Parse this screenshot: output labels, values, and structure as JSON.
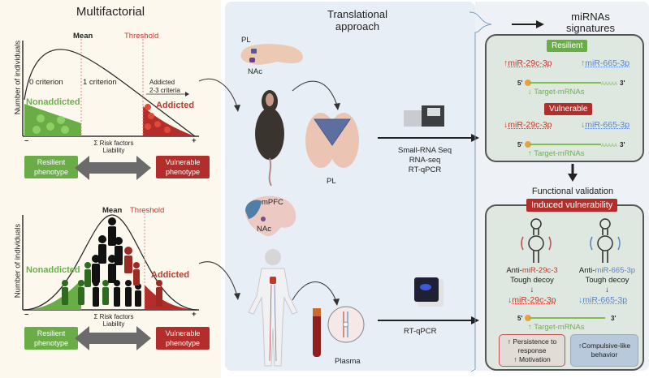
{
  "left_panel": {
    "title": "Multifactorial",
    "top_chart": {
      "ylabel": "Number of individuals",
      "mean_label": "Mean",
      "threshold_label": "Threshold",
      "criterion_0": "0 criterion",
      "criterion_1": "1 criterion",
      "addicted_criteria_line1": "Addicted",
      "addicted_criteria_line2": "2-3 criteria",
      "nonaddicted_label": "Nonaddicted",
      "addicted_label": "Addicted",
      "x_minus": "–",
      "x_plus": "+",
      "xlabel_line1": "Σ Risk factors",
      "xlabel_line2": "Liability"
    },
    "bottom_chart": {
      "ylabel": "Number of individuals",
      "mean_label": "Mean",
      "threshold_label": "Threshold",
      "nonaddicted_label": "Nonaddicted",
      "addicted_label": "Addicted",
      "x_minus": "–",
      "x_plus": "+",
      "xlabel_line1": "Σ Risk factors",
      "xlabel_line2": "Liability"
    },
    "phenotypes": {
      "resilient_line1": "Resilient",
      "resilient_line2": "phenotype",
      "vulnerable_line1": "Vulnerable",
      "vulnerable_line2": "phenotype"
    }
  },
  "middle_panel": {
    "title_line1": "Translational",
    "title_line2": "approach",
    "mouse_brain_labels": {
      "pl": "PL",
      "nac": "NAc"
    },
    "coronal_label": "PL",
    "mouse_methods": [
      "Small-RNA Seq",
      "RNA-seq",
      "RT-qPCR"
    ],
    "human_brain_labels": {
      "mpfc": "mPFC",
      "nac": "NAc"
    },
    "plasma_label": "Plasma",
    "human_method": "RT-qPCR"
  },
  "right_panel": {
    "signatures_title_line1": "miRNAs",
    "signatures_title_line2": "signatures",
    "resilient": {
      "badge": "Resilient",
      "mir1": "miR-29c-3p",
      "mir2": "miR-665-3p",
      "mir1_dir": "↑",
      "mir2_dir": "↑",
      "five": "5'",
      "three": "3'",
      "polyA": "AAAAA",
      "target_dir": "↓",
      "target": "Target-mRNAs"
    },
    "vulnerable": {
      "badge": "Vulnerable",
      "mir1": "miR-29c-3p",
      "mir2": "miR-665-3p",
      "mir1_dir": "↓",
      "mir2_dir": "↓",
      "five": "5'",
      "three": "3'",
      "polyA": "AAAAA",
      "target_dir": "↑",
      "target": "Target-mRNAs"
    },
    "validation_title": "Functional validation",
    "induced_badge": "Induced vulnerability",
    "decoy1_prefix": "Anti-",
    "decoy1_mir": "miR-29c-3",
    "decoy2_prefix": "Anti-",
    "decoy2_mir": "miR-665-3p",
    "decoy_type": "Tough decoy",
    "down_arrow": "↓",
    "val_mir1": "miR-29c-3p",
    "val_mir2": "miR-665-3p",
    "val_dir": "↓",
    "val_five": "5'",
    "val_three": "3'",
    "val_target_dir": "↑",
    "val_target": "Target-mRNAs",
    "outcome_red": {
      "line1": "Persistence to",
      "line2": "response",
      "line3": "Motivation"
    },
    "outcome_blue": {
      "line1": "Compulsive-like",
      "line2": "behavior"
    }
  },
  "colors": {
    "green": "#6aad47",
    "red": "#b32d2a",
    "blue": "#5b84c4",
    "mir_red": "#c0504d"
  }
}
